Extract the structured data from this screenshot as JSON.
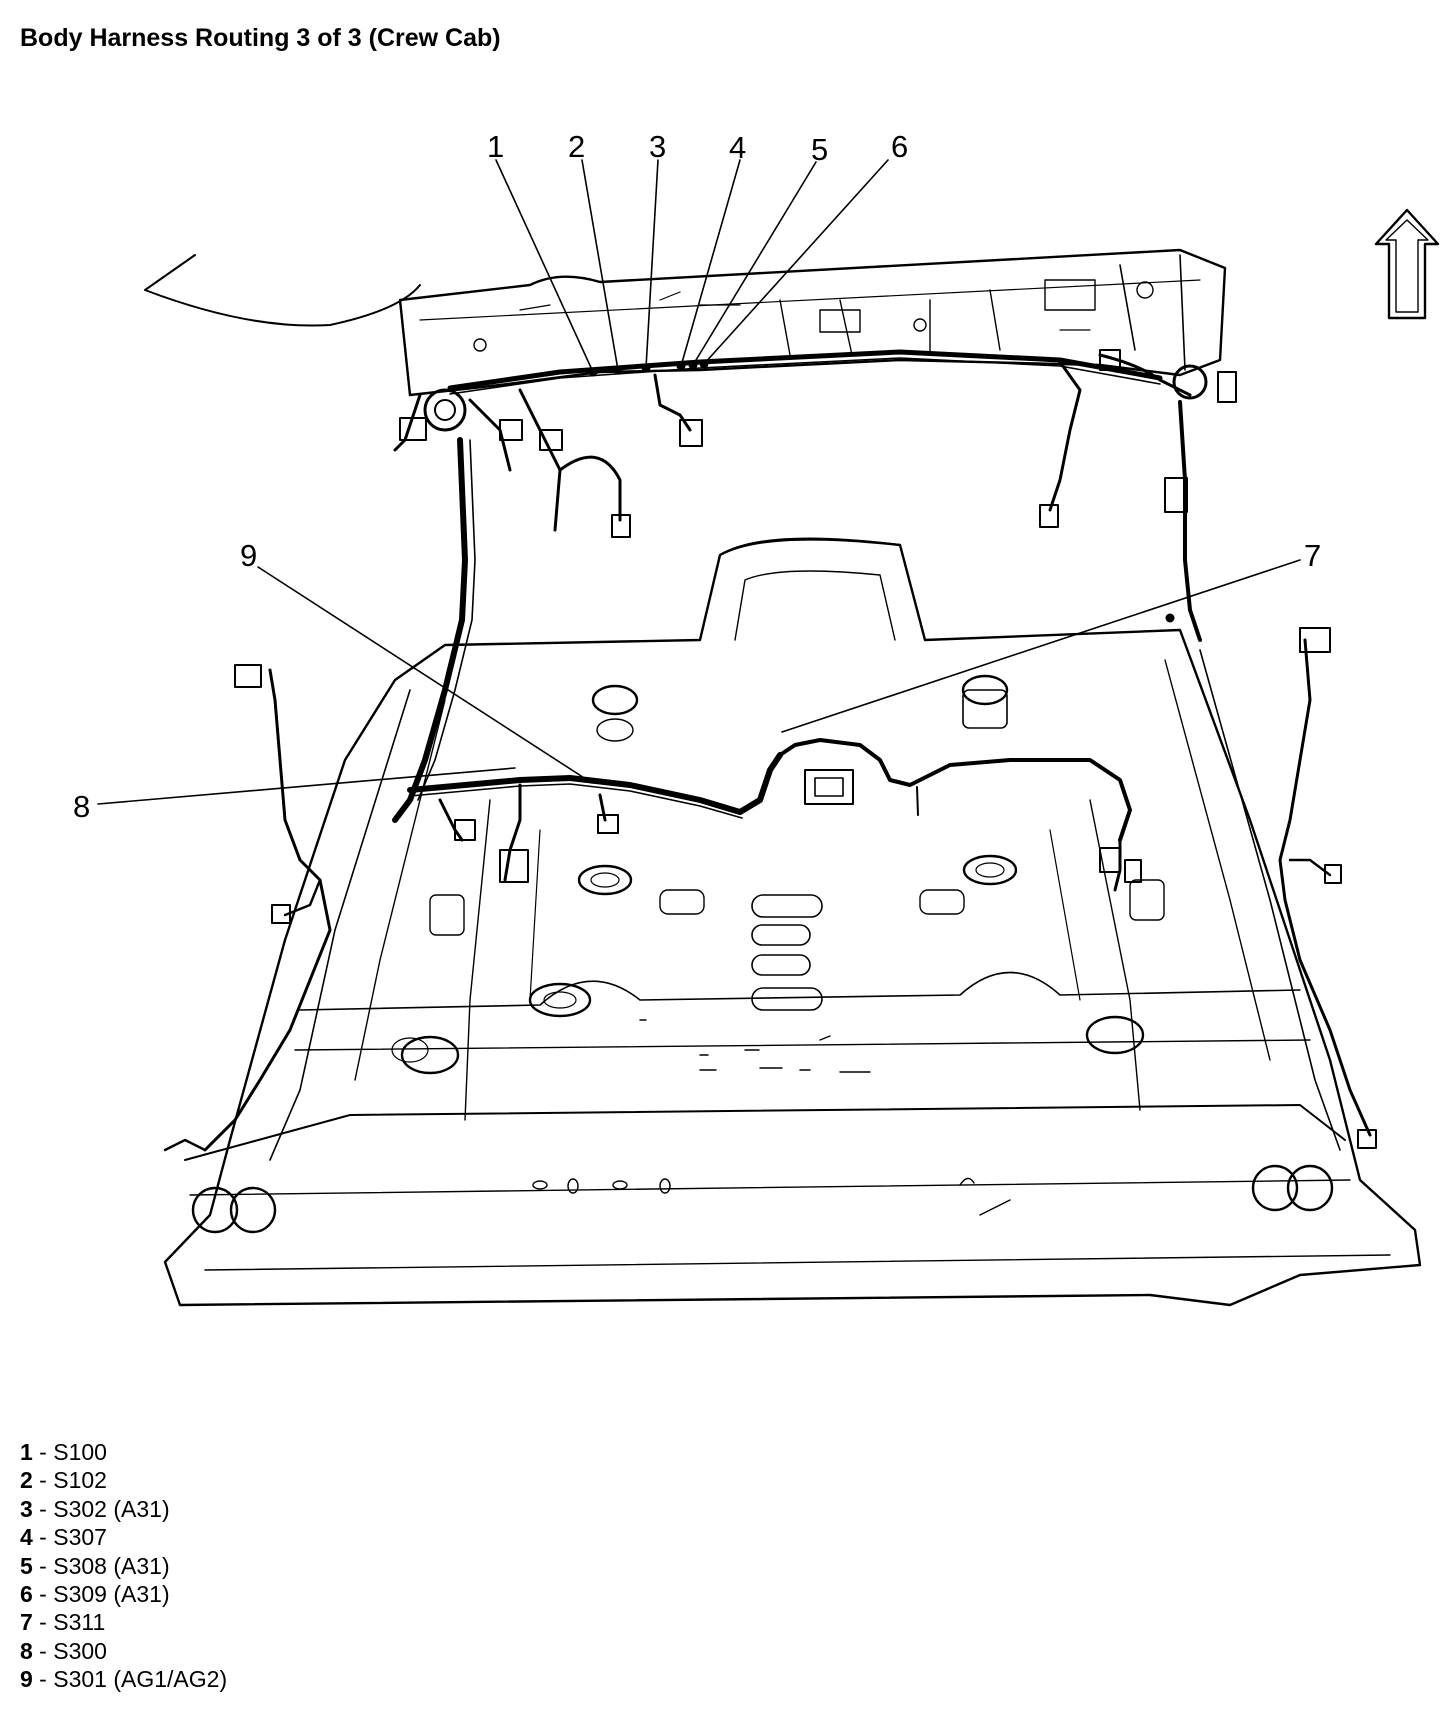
{
  "title": "Body Harness Routing 3 of 3 (Crew Cab)",
  "callouts": [
    {
      "num": "1",
      "label": "S100"
    },
    {
      "num": "2",
      "label": "S102"
    },
    {
      "num": "3",
      "label": "S302 (A31)"
    },
    {
      "num": "4",
      "label": "S307"
    },
    {
      "num": "5",
      "label": "S308 (A31)"
    },
    {
      "num": "6",
      "label": "S309 (A31)"
    },
    {
      "num": "7",
      "label": "S311"
    },
    {
      "num": "8",
      "label": "S300"
    },
    {
      "num": "9",
      "label": "S301 (AG1/AG2)"
    }
  ],
  "legend_separator": " - ",
  "orientation_icon": "up-arrow-icon",
  "colors": {
    "line": "#000000",
    "background": "#ffffff"
  }
}
